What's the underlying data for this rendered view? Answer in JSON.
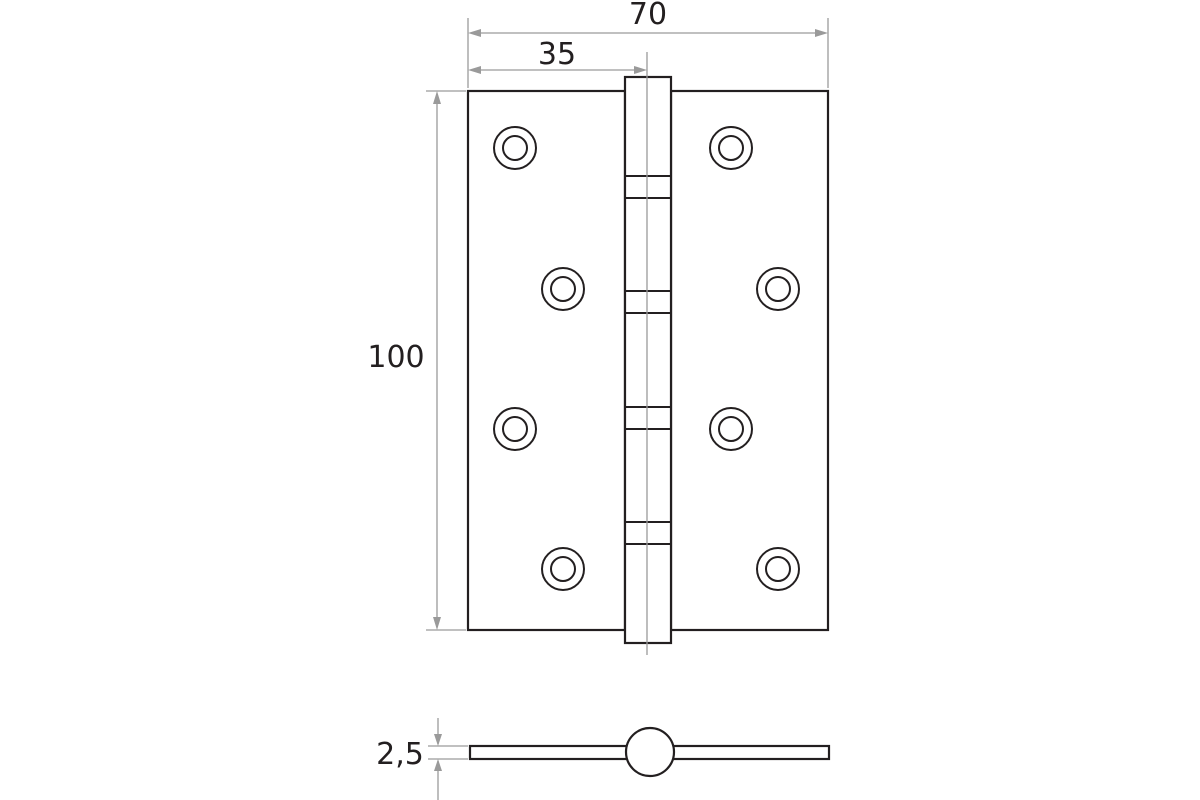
{
  "dimensions": {
    "total_width": "70",
    "leaf_width": "35",
    "height": "100",
    "thickness": "2,5"
  },
  "colors": {
    "outline": "#231f20",
    "dimension_lines": "#9a9a9a",
    "background": "#ffffff"
  }
}
